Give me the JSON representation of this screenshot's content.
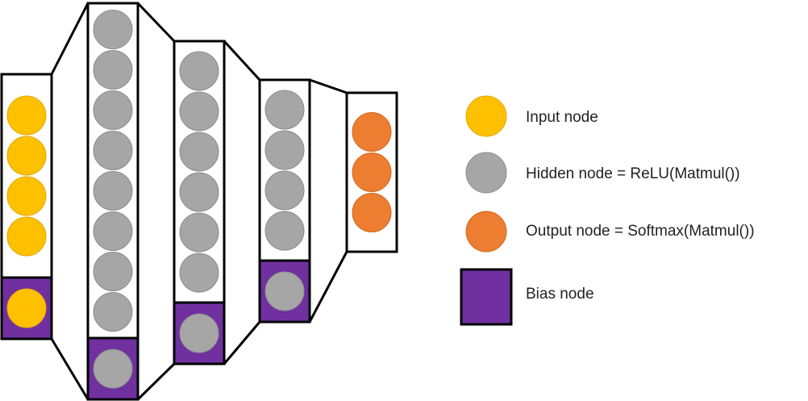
{
  "colors": {
    "input": "#ffc000",
    "input_stroke": "#e0a800",
    "hidden": "#a6a6a6",
    "hidden_stroke": "#8c8c8c",
    "output": "#ed7d31",
    "output_stroke": "#d0691f",
    "bias": "#7030a0",
    "outline": "#000000"
  },
  "network": {
    "layers": [
      {
        "kind": "input",
        "nodes": 4,
        "bias": true
      },
      {
        "kind": "hidden",
        "nodes": 8,
        "bias": true
      },
      {
        "kind": "hidden",
        "nodes": 6,
        "bias": true
      },
      {
        "kind": "hidden",
        "nodes": 4,
        "bias": true
      },
      {
        "kind": "output",
        "nodes": 3,
        "bias": false
      }
    ]
  },
  "legend": {
    "items": [
      {
        "label": "Input node",
        "icon": "input-node-icon"
      },
      {
        "label": "Hidden node = ReLU(Matmul())",
        "icon": "hidden-node-icon"
      },
      {
        "label": "Output node = Softmax(Matmul())",
        "icon": "output-node-icon"
      },
      {
        "label": "Bias node",
        "icon": "bias-node-icon"
      }
    ]
  }
}
